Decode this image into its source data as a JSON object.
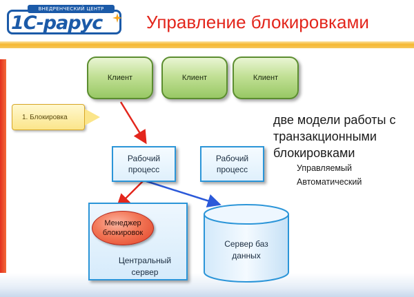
{
  "header": {
    "logo_text": "1С-рарус",
    "logo_banner": "ВНЕДРЕНЧЕСКИЙ ЦЕНТР",
    "title": "Управление блокировками"
  },
  "diagram": {
    "clients": [
      "Клиент",
      "Клиент",
      "Клиент"
    ],
    "processes": [
      {
        "line1": "Рабочий",
        "line2": "процесс"
      },
      {
        "line1": "Рабочий",
        "line2": "процесс"
      }
    ],
    "callout": "1. Блокировка",
    "manager": {
      "line1": "Менеджер",
      "line2": "блокировок"
    },
    "central_server": {
      "line1": "Центральный",
      "line2": "сервер"
    },
    "db_server": {
      "line1": "Сервер баз",
      "line2": "данных"
    }
  },
  "side_text": {
    "lines": [
      "две модели работы с",
      "транзакционными",
      "блокировками"
    ],
    "items": [
      "Управляемый",
      "Автоматический"
    ]
  },
  "colors": {
    "title": "#e3261c",
    "arrow_red": "#e3261c",
    "arrow_blue": "#2b59d9",
    "accent_bar": "#f5b731",
    "client_green": "#98c865",
    "box_blue": "#2b95d8"
  }
}
